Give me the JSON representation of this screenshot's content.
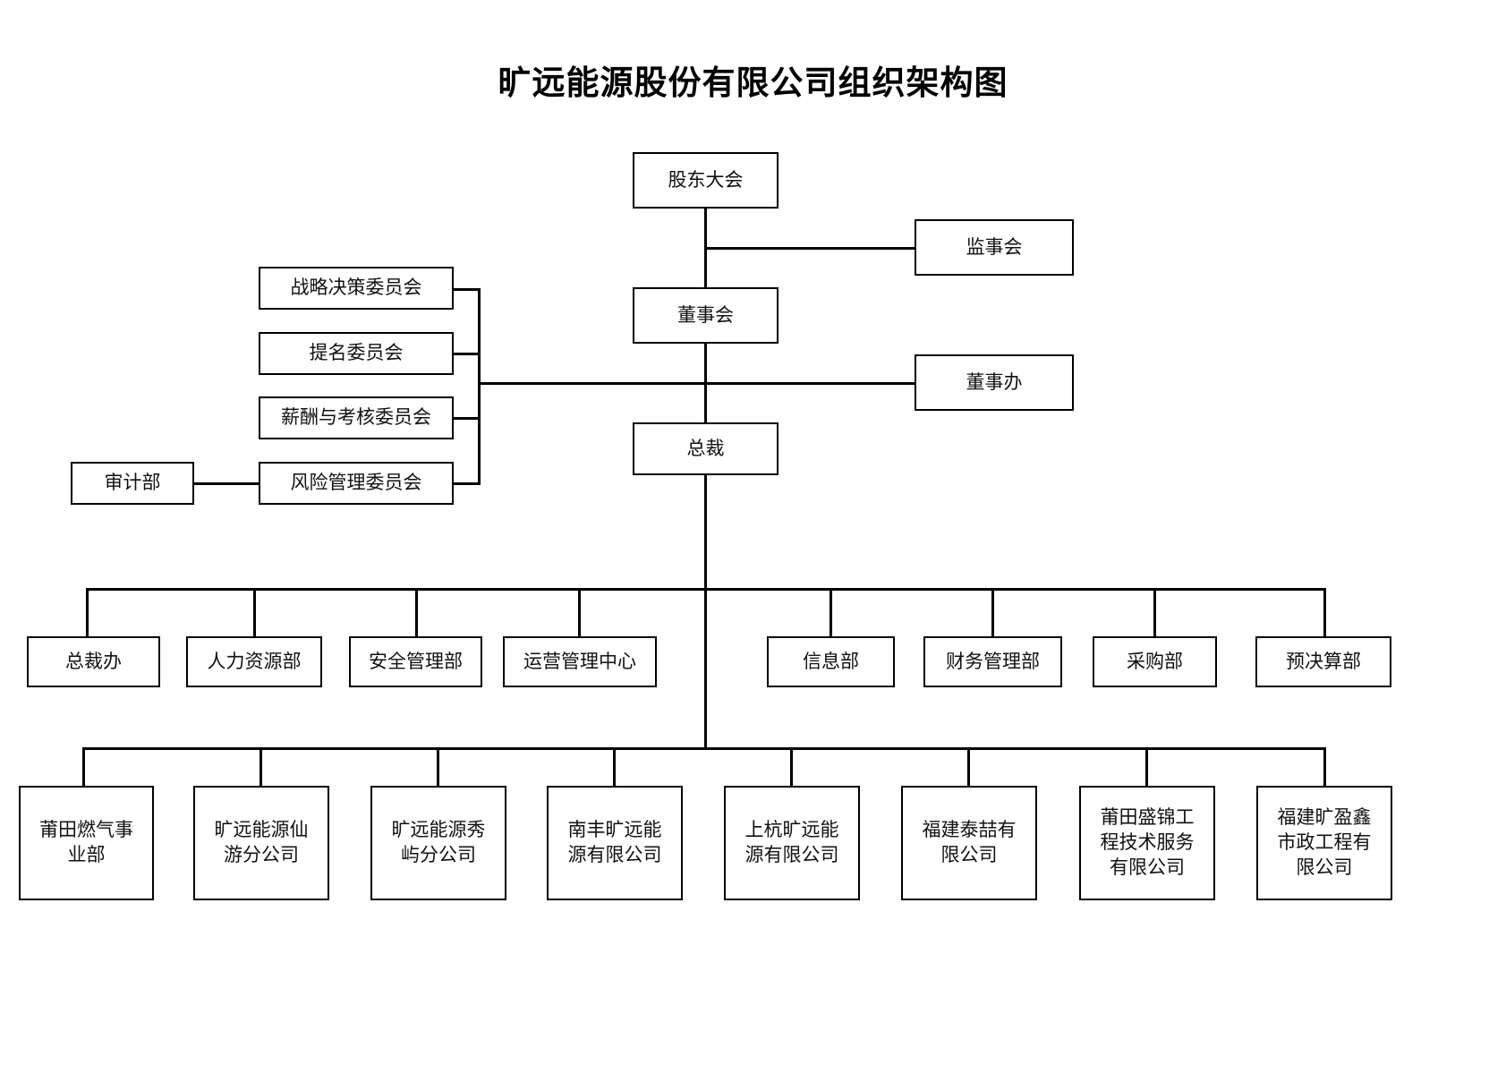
{
  "title": "旷远能源股份有限公司组织架构图",
  "chart_data": {
    "type": "diagram",
    "diagram_kind": "org-chart",
    "title": "旷远能源股份有限公司组织架构图",
    "orientation": "top-down",
    "levels": [
      {
        "level": 1,
        "nodes": [
          "股东大会"
        ]
      },
      {
        "level": 2,
        "nodes": [
          "监事会",
          "董事会"
        ]
      },
      {
        "level": 3,
        "nodes": [
          "战略决策委员会",
          "提名委员会",
          "薪酬与考核委员会",
          "风险管理委员会",
          "审计部",
          "董事办"
        ]
      },
      {
        "level": 4,
        "nodes": [
          "总裁"
        ]
      },
      {
        "level": 5,
        "nodes": [
          "总裁办",
          "人力资源部",
          "安全管理部",
          "运营管理中心",
          "信息部",
          "财务管理部",
          "采购部",
          "预决算部"
        ]
      },
      {
        "level": 6,
        "nodes": [
          "莆田燃气事业部",
          "旷远能源仙游分公司",
          "旷远能源秀屿分公司",
          "南丰旷远能源有限公司",
          "上杭旷远能源有限公司",
          "福建泰喆有限公司",
          "莆田盛锦工程技术服务有限公司",
          "福建旷盈鑫市政工程有限公司"
        ]
      }
    ],
    "edges": [
      {
        "from": "股东大会",
        "to": "监事会"
      },
      {
        "from": "股东大会",
        "to": "董事会"
      },
      {
        "from": "董事会",
        "to": "董事办"
      },
      {
        "from": "董事会",
        "to": "战略决策委员会"
      },
      {
        "from": "董事会",
        "to": "提名委员会"
      },
      {
        "from": "董事会",
        "to": "薪酬与考核委员会"
      },
      {
        "from": "董事会",
        "to": "风险管理委员会"
      },
      {
        "from": "风险管理委员会",
        "to": "审计部"
      },
      {
        "from": "董事会",
        "to": "总裁"
      },
      {
        "from": "总裁",
        "to": "总裁办"
      },
      {
        "from": "总裁",
        "to": "人力资源部"
      },
      {
        "from": "总裁",
        "to": "安全管理部"
      },
      {
        "from": "总裁",
        "to": "运营管理中心"
      },
      {
        "from": "总裁",
        "to": "信息部"
      },
      {
        "from": "总裁",
        "to": "财务管理部"
      },
      {
        "from": "总裁",
        "to": "采购部"
      },
      {
        "from": "总裁",
        "to": "预决算部"
      },
      {
        "from": "总裁",
        "to": "莆田燃气事业部"
      },
      {
        "from": "总裁",
        "to": "旷远能源仙游分公司"
      },
      {
        "from": "总裁",
        "to": "旷远能源秀屿分公司"
      },
      {
        "from": "总裁",
        "to": "南丰旷远能源有限公司"
      },
      {
        "from": "总裁",
        "to": "上杭旷远能源有限公司"
      },
      {
        "from": "总裁",
        "to": "福建泰喆有限公司"
      },
      {
        "from": "总裁",
        "to": "莆田盛锦工程技术服务有限公司"
      },
      {
        "from": "总裁",
        "to": "福建旷盈鑫市政工程有限公司"
      }
    ]
  },
  "nodes": {
    "shareholders_meeting": "股东大会",
    "supervisory_board": "监事会",
    "board_of_directors": "董事会",
    "board_office": "董事办",
    "strategy_committee": "战略决策委员会",
    "nomination_committee": "提名委员会",
    "compensation_committee": "薪酬与考核委员会",
    "risk_committee": "风险管理委员会",
    "audit_department": "审计部",
    "president": "总裁",
    "president_office": "总裁办",
    "hr_department": "人力资源部",
    "safety_department": "安全管理部",
    "operations_center": "运营管理中心",
    "information_department": "信息部",
    "finance_department": "财务管理部",
    "procurement_department": "采购部",
    "budget_department": "预决算部",
    "putian_gas_division": "莆田燃气事\n业部",
    "xianyou_branch": "旷远能源仙\n游分公司",
    "xiuyu_branch": "旷远能源秀\n屿分公司",
    "nanfeng_company": "南丰旷远能\n源有限公司",
    "shanghang_company": "上杭旷远能\n源有限公司",
    "fujian_taizhe": "福建泰喆有\n限公司",
    "putian_shengjin": "莆田盛锦工\n程技术服务\n有限公司",
    "fujian_kuangyingxin": "福建旷盈鑫\n市政工程有\n限公司"
  },
  "colors": {
    "background": "#ffffff",
    "line": "#000000",
    "text": "#111111",
    "border": "#000000"
  }
}
